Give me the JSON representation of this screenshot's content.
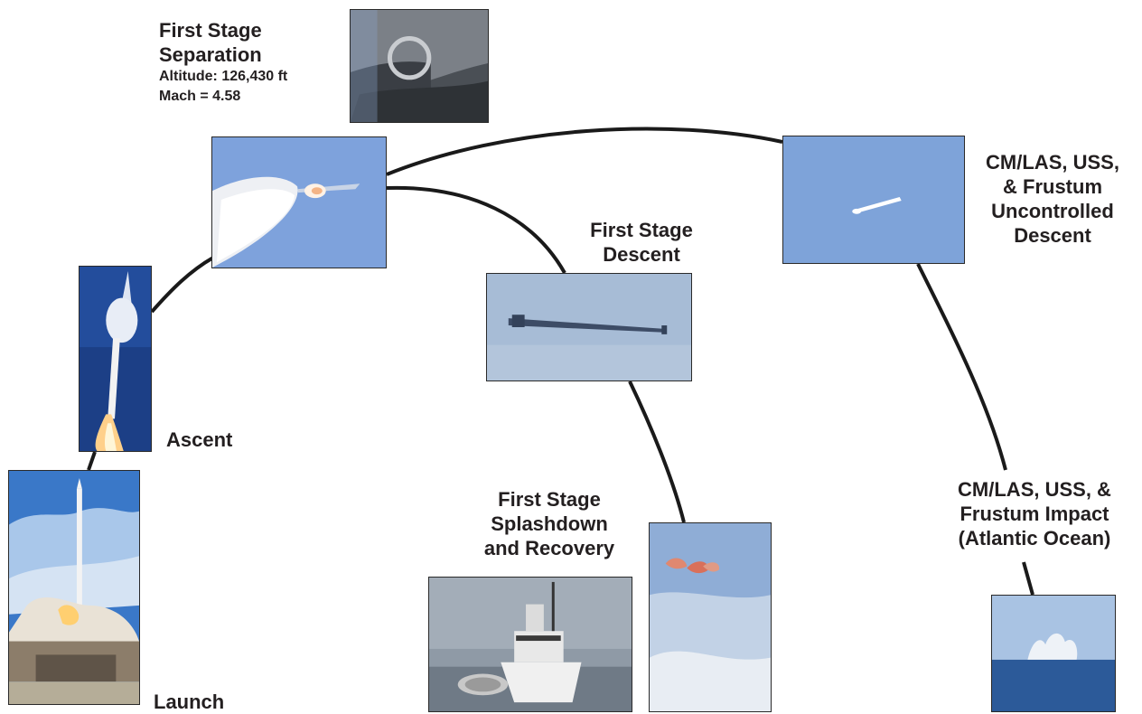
{
  "labels": {
    "sep_line1": "First Stage",
    "sep_line2": "Separation",
    "sep_altitude": "Altitude:  126,430 ft",
    "sep_mach": "Mach = 4.58",
    "ascent": "Ascent",
    "launch": "Launch",
    "descent_line1": "First Stage",
    "descent_line2": "Descent",
    "splash_line1": "First Stage",
    "splash_line2": "Splashdown",
    "splash_line3": "and Recovery",
    "uncontrolled_line1": "CM/LAS, USS,",
    "uncontrolled_line2": "& Frustum",
    "uncontrolled_line3": "Uncontrolled",
    "uncontrolled_line4": "Descent",
    "impact_line1": "CM/LAS, USS, &",
    "impact_line2": "Frustum Impact",
    "impact_line3": "(Atlantic Ocean)"
  },
  "colors": {
    "path_line": "#1a1a1a",
    "sky_blue": "#7da3d8",
    "text": "#231f20"
  },
  "photos": [
    "launch-photo",
    "ascent-photo",
    "separation-photo",
    "first-stage-separation-onboard-photo",
    "first-stage-descent-photo",
    "uncontrolled-descent-photo",
    "splashdown-parachutes-photo",
    "recovery-ship-photo",
    "ocean-impact-photo"
  ]
}
